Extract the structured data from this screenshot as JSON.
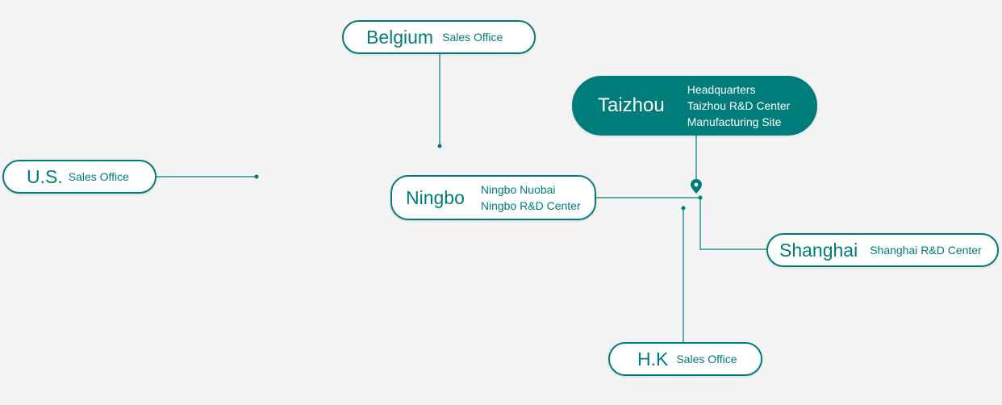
{
  "colors": {
    "accent": "#007d7a",
    "background": "#f4f4f4"
  },
  "locations": [
    {
      "id": "belgium",
      "city": "Belgium",
      "descriptions": [
        "Sales Office"
      ]
    },
    {
      "id": "taizhou",
      "city": "Taizhou",
      "descriptions": [
        "Headquarters",
        "Taizhou R&D Center",
        "Manufacturing Site"
      ]
    },
    {
      "id": "us",
      "city": "U.S.",
      "descriptions": [
        "Sales Office"
      ]
    },
    {
      "id": "ningbo",
      "city": "Ningbo",
      "descriptions": [
        "Ningbo Nuobai",
        "Ningbo R&D Center"
      ]
    },
    {
      "id": "shanghai",
      "city": "Shanghai",
      "descriptions": [
        "Shanghai R&D Center"
      ]
    },
    {
      "id": "hk",
      "city": "H.K",
      "descriptions": [
        "Sales Office"
      ]
    }
  ],
  "map_pin": {
    "icon": "map-pin-icon"
  }
}
